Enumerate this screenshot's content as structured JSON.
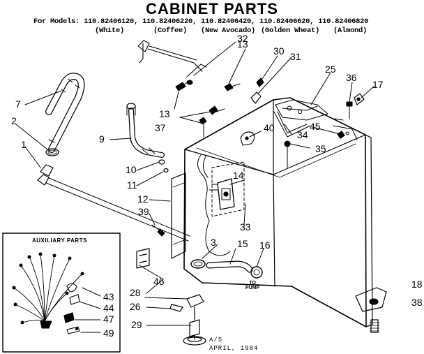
{
  "title": "CABINET PARTS",
  "models_line": "For Models: 110.82406120, 110.82406220, 110.82406420, 110.82406620, 110.82406820",
  "colors": [
    "(White)",
    "(Coffee)",
    "(New Avocado)",
    "(Golden Wheat)",
    "(Almond)"
  ],
  "auxiliary_title": "AUXILIARY PARTS",
  "pump_label_line1": "TO",
  "pump_label_line2": "PUMP",
  "footer_code": "A/5",
  "footer_date": "APRIL, 1984",
  "callouts": [
    "1",
    "2",
    "3",
    "7",
    "9",
    "10",
    "11",
    "12",
    "13",
    "13",
    "14",
    "15",
    "16",
    "17",
    "18",
    "25",
    "26",
    "28",
    "29",
    "30",
    "31",
    "32",
    "33",
    "34",
    "35",
    "36",
    "37",
    "38",
    "39",
    "40",
    "43",
    "44",
    "45",
    "46",
    "47",
    "49"
  ]
}
